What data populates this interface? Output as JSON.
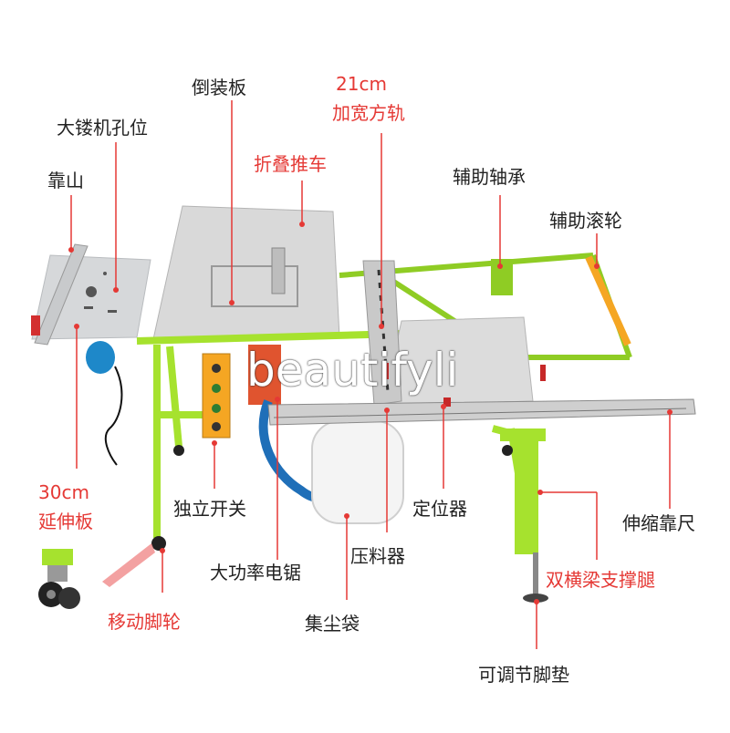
{
  "labels": {
    "inverted_plate": "倒装板",
    "widened_rail_size": "21cm",
    "widened_rail": "加宽方轨",
    "router_hole": "大镂机孔位",
    "folding_cart": "折叠推车",
    "fence": "靠山",
    "aux_bearing": "辅助轴承",
    "aux_roller": "辅助滚轮",
    "ext_size": "30cm",
    "ext_board": "延伸板",
    "switch": "独立开关",
    "locator": "定位器",
    "telescopic_ruler": "伸缩靠尺",
    "saw": "大功率电锯",
    "presser": "压料器",
    "double_beam_leg": "双横梁支撑腿",
    "caster": "移动脚轮",
    "dust_bag": "集尘袋",
    "foot_pad": "可调节脚垫"
  },
  "watermark": "beautifyli",
  "colors": {
    "frame": "#a6e22e",
    "label_red": "#e53935",
    "table_top": "#d9d9d9"
  }
}
